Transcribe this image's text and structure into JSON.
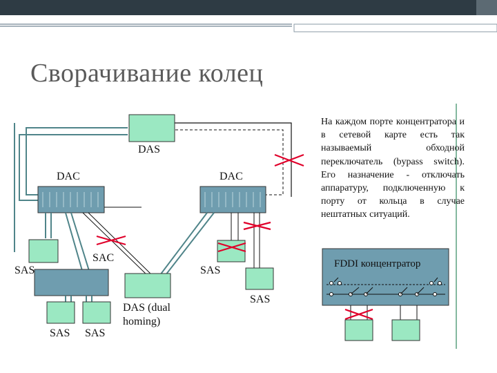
{
  "slide": {
    "title": "Сворачивание колец",
    "description": "На каждом порте концентратора и в сетевой карте есть так называемый обходной переключатель (bypass switch). Его назначение - отключать аппаратуру, подключенную к порту от кольца в случае нештатных ситуаций."
  },
  "diagram": {
    "labels": {
      "das_top": "DAS",
      "dac_left": "DAC",
      "dac_right": "DAC",
      "sac": "SAC",
      "sas_left": "SAS",
      "sas_middle": "SAS",
      "sas_right": "SAS",
      "sas_bottom_1": "SAS",
      "sas_bottom_2": "SAS",
      "das_dual_homing_line1": "DAS (dual",
      "das_dual_homing_line2": "homing)",
      "fddi_concentrator": "FDDI концентратор"
    },
    "colors": {
      "station_fill": "#9be8c2",
      "concentrator_fill": "#6f9daf",
      "cable": "#4f8489",
      "break_mark": "#e0002a",
      "header_bar": "#2e3b44"
    }
  }
}
